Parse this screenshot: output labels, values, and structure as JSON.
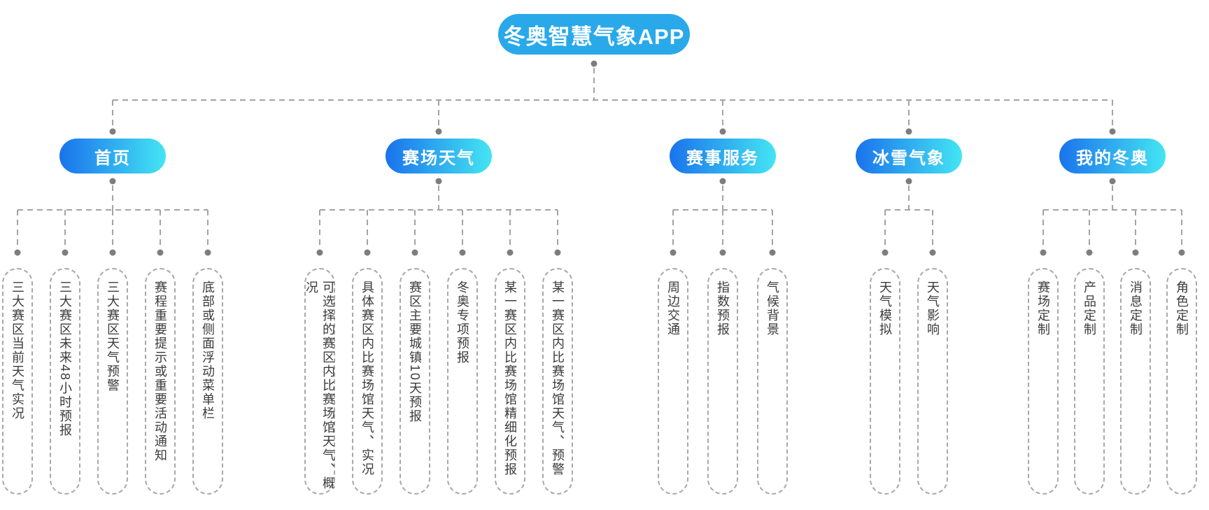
{
  "root": {
    "label": "冬奥智慧气象APP"
  },
  "branches": [
    {
      "label": "首页",
      "children": [
        "三大赛区当前天气实况",
        "三大赛区未来48小时预报",
        "三大赛区天气预警",
        "赛程重要提示或重要活动通知",
        "底部或侧面浮动菜单栏"
      ]
    },
    {
      "label": "赛场天气",
      "children": [
        "可选择的赛区内比赛场馆天气、概况",
        "具体赛区内比赛场馆天气、实况",
        "赛区主要城镇10天预报",
        "冬奥专项预报",
        "某一赛区内比赛场馆精细化预报",
        "某一赛区内比赛场馆天气、预警"
      ]
    },
    {
      "label": "赛事服务",
      "children": [
        "周边交通",
        "指数预报",
        "气候背景"
      ]
    },
    {
      "label": "冰雪气象",
      "children": [
        "天气模拟",
        "天气影响"
      ]
    },
    {
      "label": "我的冬奥",
      "children": [
        "赛场定制",
        "产品定制",
        "消息定制",
        "角色定制"
      ]
    }
  ],
  "colors": {
    "root_fill": "#29a9e9",
    "branch_gradient_start": "#1a73ec",
    "branch_gradient_end": "#44e5f3",
    "node_text": "#ffffff",
    "leaf_border": "#a8a8a8",
    "leaf_text": "#3b3b3b",
    "connector_line": "#a3a3a3",
    "connector_dot": "#7d7d7d"
  }
}
